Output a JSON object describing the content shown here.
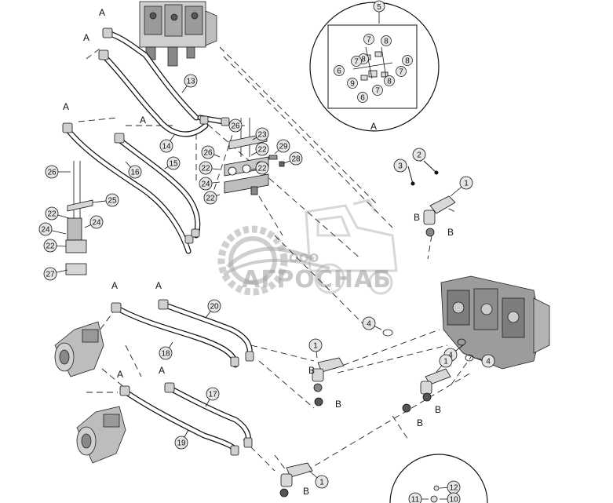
{
  "watermark": {
    "line1": "ООО",
    "line2": "АГРОСНАБ",
    "color": "#9a9a9a"
  },
  "detail_views": {
    "view_a": {
      "ref": "5",
      "caption": "A"
    }
  },
  "detail_a_callouts": [
    "8",
    "7",
    "8",
    "7",
    "6",
    "9",
    "7",
    "8",
    "8",
    "7",
    "6"
  ],
  "callouts": {
    "c1": "1",
    "c2": "2",
    "c3": "3",
    "c4": "4",
    "c10": "10",
    "c11": "11",
    "c12": "12",
    "c13": "13",
    "c14": "14",
    "c15": "15",
    "c16": "16",
    "c17": "17",
    "c18": "18",
    "c19": "19",
    "c20": "20",
    "c22": "22",
    "c23": "23",
    "c24": "24",
    "c25": "25",
    "c26": "26",
    "c27": "27",
    "c28": "28",
    "c29": "29"
  },
  "letters": {
    "a": "A",
    "b": "B"
  }
}
